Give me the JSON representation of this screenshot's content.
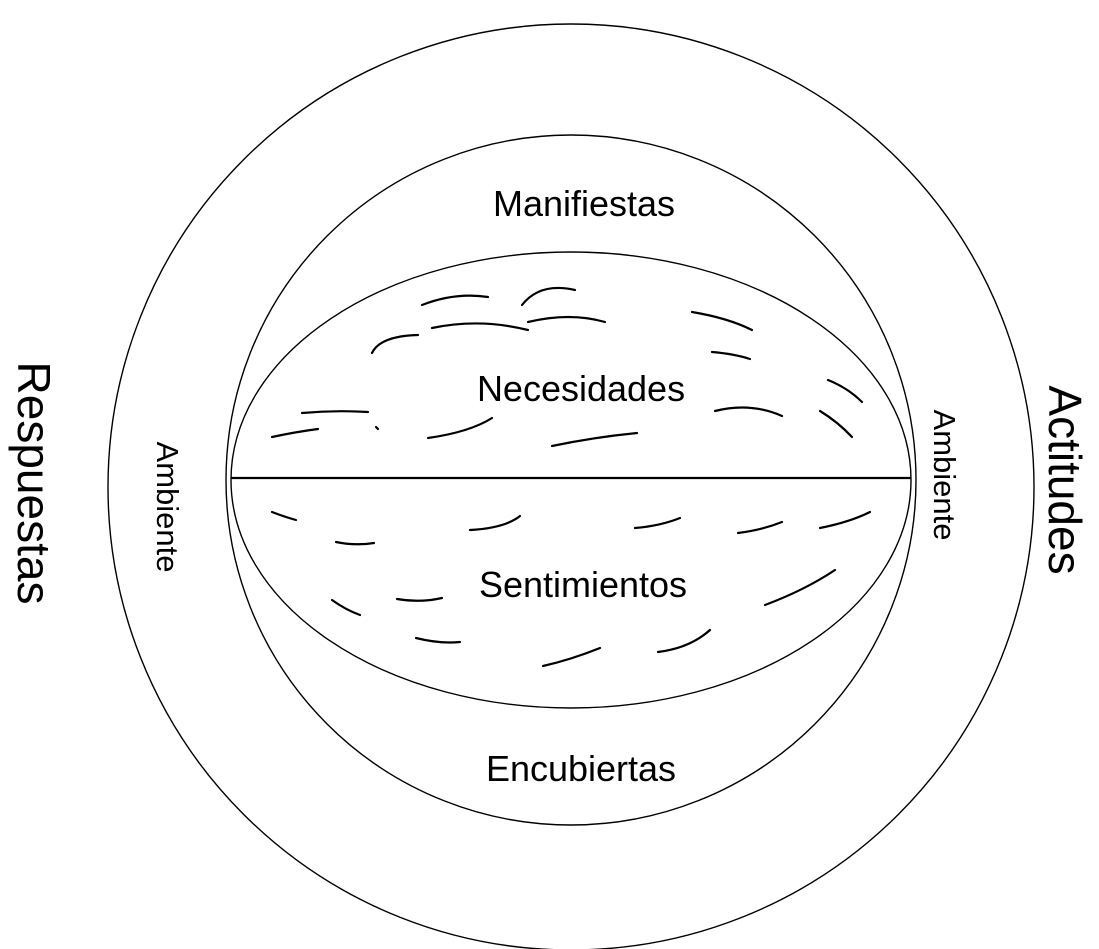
{
  "diagram": {
    "outer_left_label": "Respuestas",
    "outer_right_label": "Actitudes",
    "middle_top_label": "Manifiestas",
    "middle_bottom_label": "Encubiertas",
    "inner_upper_label": "Necesidades",
    "inner_lower_label": "Sentimientos",
    "inner_left_label": "Ambiente",
    "inner_right_label": "Ambiente",
    "ink_color": "#000000",
    "background_color": "#ffffff"
  }
}
